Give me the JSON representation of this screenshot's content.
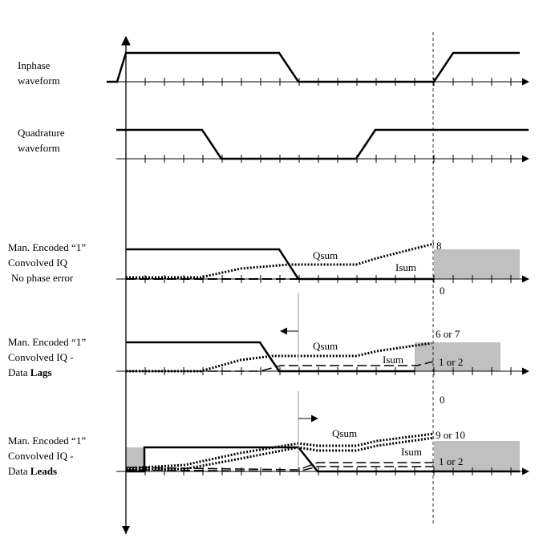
{
  "panels": {
    "inphase": {
      "line1": "Inphase",
      "line2": "waveform"
    },
    "quadrature": {
      "line1": "Quadrature",
      "line2": "waveform"
    },
    "no_error": {
      "line1": "Man. Encoded “1”",
      "line2": "Convolved IQ",
      "line3": "No phase error"
    },
    "lags": {
      "line1": "Man. Encoded “1”",
      "line2": "Convolved IQ -",
      "line3_prefix": "Data ",
      "line3_bold": "Lags"
    },
    "leads": {
      "line1": "Man. Encoded “1”",
      "line2": "Convolved IQ -",
      "line3_prefix": "Data ",
      "line3_bold": "Leads"
    }
  },
  "annotations": {
    "qsum": "Qsum",
    "isum": "Isum",
    "no_error_top": "8",
    "no_error_bottom": "0",
    "lags_top": "6 or 7",
    "lags_bottom": "1 or 2",
    "gap_zero": "0",
    "leads_top": "9 or 10",
    "leads_bottom": "1 or 2"
  },
  "colors": {
    "line": "#000000",
    "shade": "#c0c0c0"
  }
}
